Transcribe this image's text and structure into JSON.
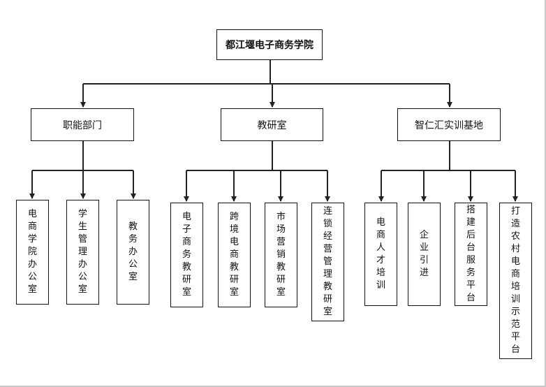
{
  "root": {
    "label": "都江堰电子商务学院"
  },
  "branches": [
    {
      "label": "职能部门",
      "children": [
        "电商学院办公室",
        "学生管理办公室",
        "教务办公室"
      ]
    },
    {
      "label": "教研室",
      "children": [
        "电子商务教研室",
        "跨境电商教研室",
        "市场营销教研室",
        "连锁经营管理教研室"
      ]
    },
    {
      "label": "智仁汇实训基地",
      "children": [
        "电商人才培训",
        "企业引进",
        "搭建后台服务平台",
        "打造农村电商培训示范平台"
      ]
    }
  ]
}
